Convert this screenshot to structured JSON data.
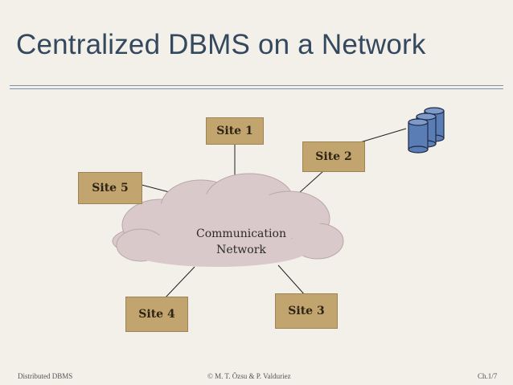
{
  "slide": {
    "title": "Centralized DBMS on a Network"
  },
  "diagram": {
    "network_label_line1": "Communication",
    "network_label_line2": "Network",
    "sites": {
      "site1": "Site 1",
      "site2": "Site 2",
      "site3": "Site 3",
      "site4": "Site 4",
      "site5": "Site 5"
    },
    "colors": {
      "site_fill": "#c2a46f",
      "cloud_fill": "#d9c9ca",
      "database_fill": "#5a7db5"
    },
    "icons": [
      "database-icon",
      "cloud-shape"
    ]
  },
  "footer": {
    "left": "Distributed DBMS",
    "center": "© M. T. Özsu & P. Valduriez",
    "right": "Ch.1/7"
  }
}
